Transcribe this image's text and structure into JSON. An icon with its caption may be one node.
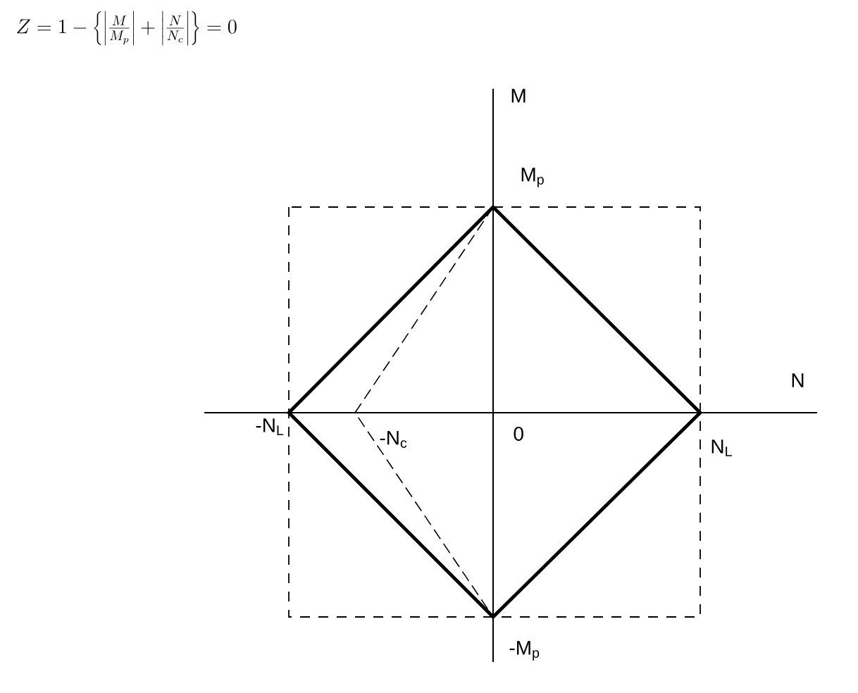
{
  "diagram": {
    "labels": [
      "Z = 1 - \\left\\{ \\left|\\frac{M}{M_{p}}\\right| + \\left|\\frac{N}{N_{c}}\\right| \\right\\} = 0",
      "M",
      "M$_{p}$",
      "N",
      "-N$_{L}$",
      "-N$_{c}$",
      "0",
      "N$_{L}$",
      "-M$_{p}$"
    ]
  }
}
